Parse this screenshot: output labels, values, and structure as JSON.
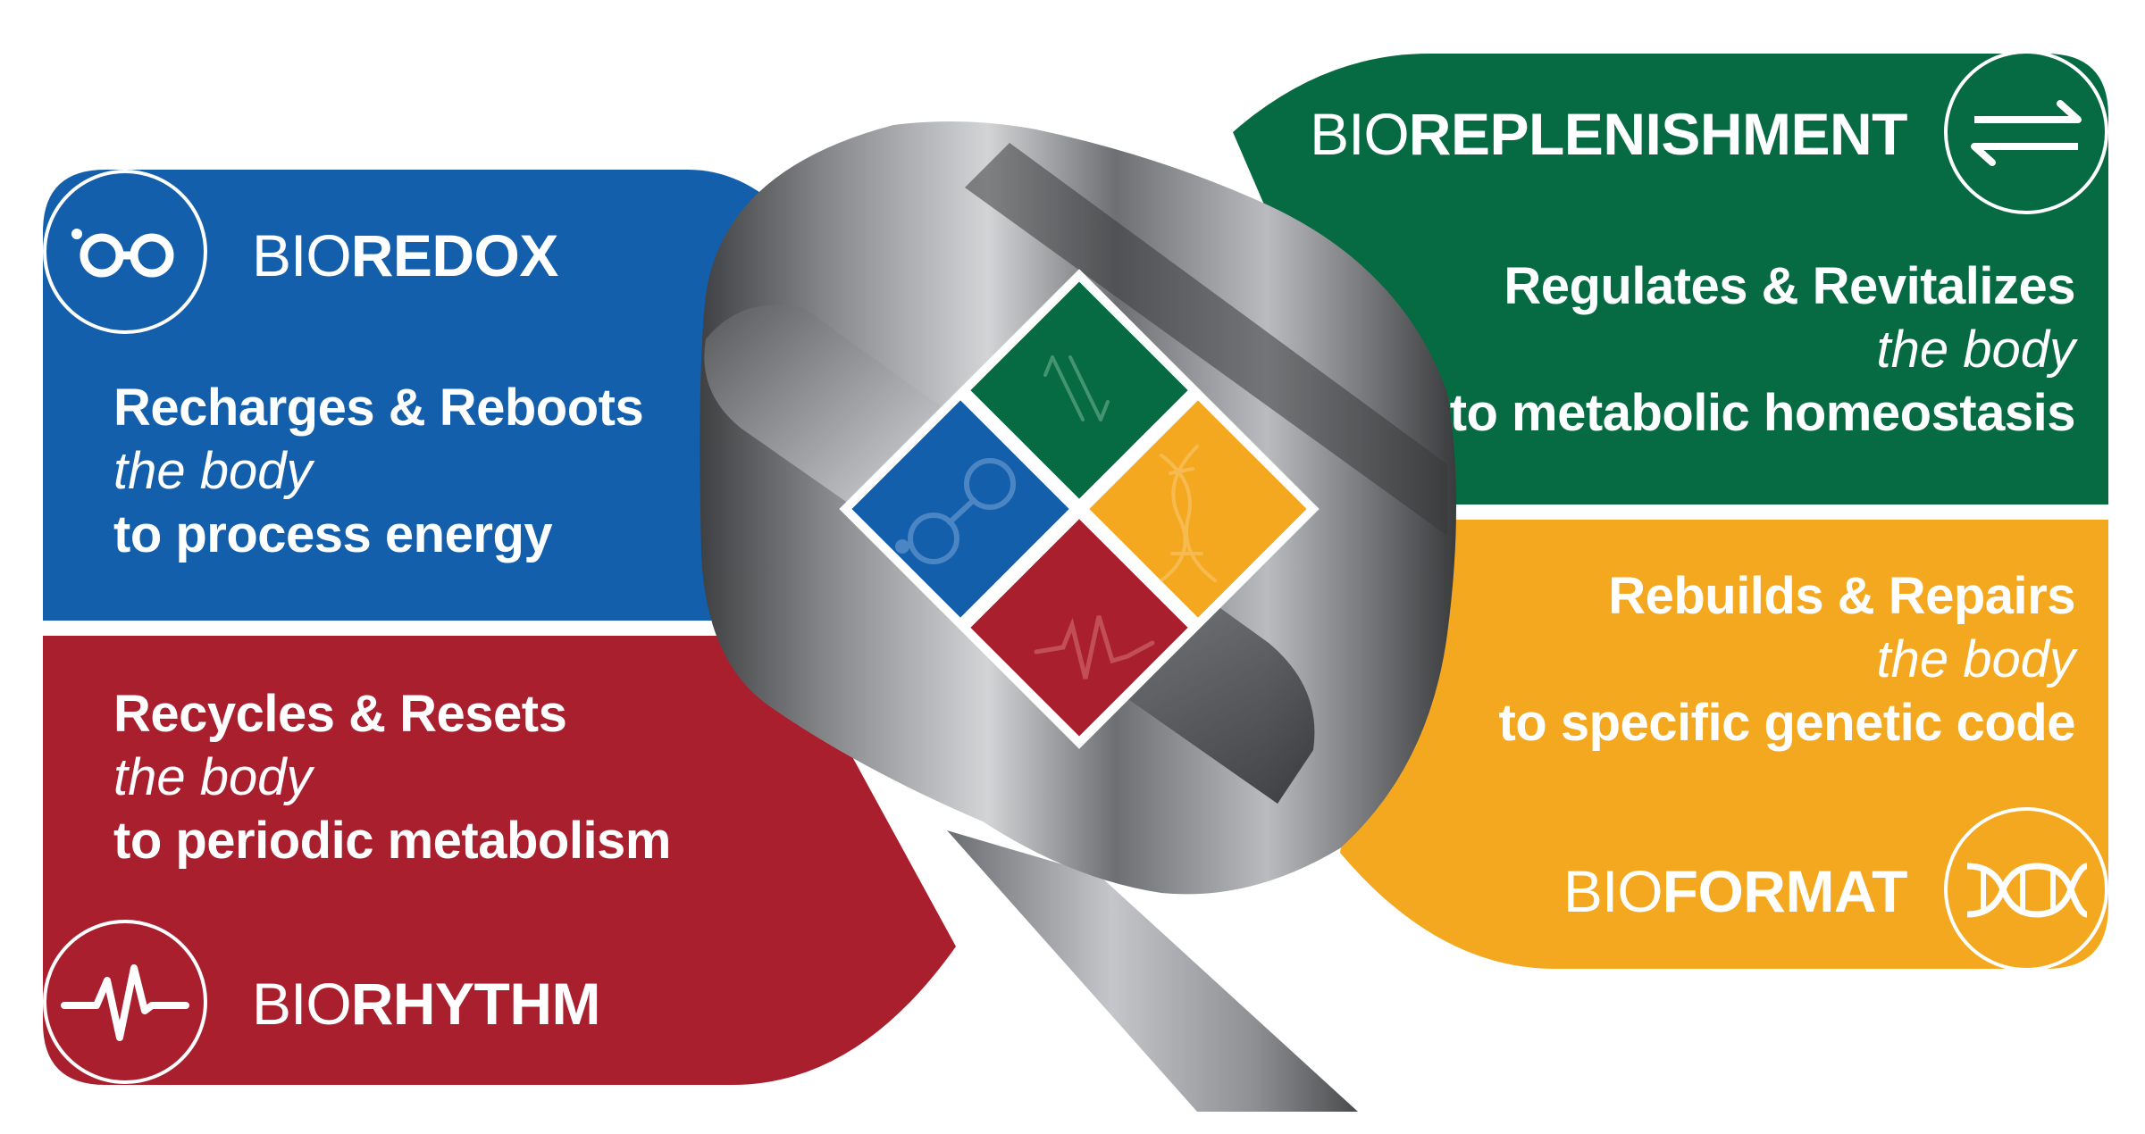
{
  "colors": {
    "blue": "#135fab",
    "red": "#a91f2d",
    "green": "#066a43",
    "gold": "#f4a81f",
    "ribbon_dark": "#4a4b4d",
    "ribbon_light": "#c7c9cc"
  },
  "bioredox": {
    "prefix": "BIO",
    "name": "REDOX",
    "icon": "redox-glasses-icon",
    "line1": "Recharges & Reboots",
    "line2": "the body",
    "line3": "to process energy"
  },
  "biorhythm": {
    "prefix": "BIO",
    "name": "RHYTHM",
    "icon": "heartbeat-icon",
    "line1": "Recycles & Resets",
    "line2": "the body",
    "line3": "to periodic metabolism"
  },
  "bioreplenishment": {
    "prefix": "BIO",
    "name": "REPLENISHMENT",
    "icon": "exchange-arrows-icon",
    "line1": "Regulates & Revitalizes",
    "line2": "the body",
    "line3": "to metabolic homeostasis"
  },
  "bioformat": {
    "prefix": "BIO",
    "name": "FORMAT",
    "icon": "dna-icon",
    "line1": "Rebuilds & Repairs",
    "line2": "the body",
    "line3": "to specific genetic code"
  }
}
